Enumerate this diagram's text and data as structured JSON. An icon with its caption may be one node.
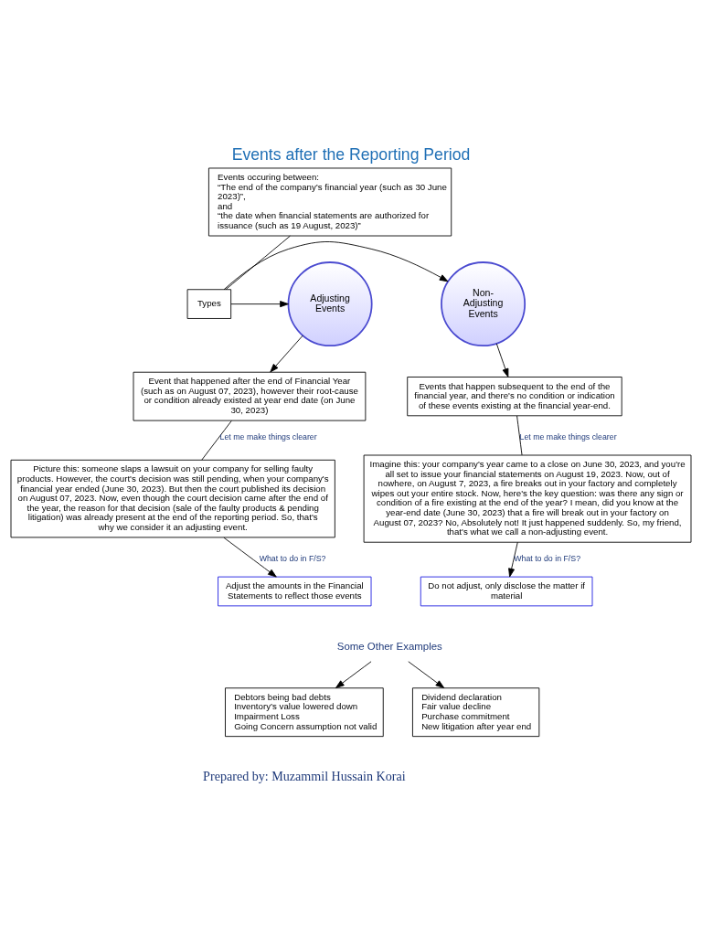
{
  "diagram": {
    "title": "Events after the Reporting Period",
    "nodes": [
      {
        "text": [
          "Events occuring between:",
          "“The end of the company’s financial year (such as 30 June 2023)”,",
          "and",
          "“the date when financial statements are authorized for issuance (such as 19 August, 2023)”"
        ]
      },
      {
        "text": [
          "Types"
        ]
      },
      {
        "text": [
          "Adjusting Events"
        ]
      },
      {
        "text": [
          "Non-Adjusting Events"
        ]
      },
      {
        "text": [
          "Event that happened after the end of Financial Year (such as on August 07, 2023), however their root-cause or condition already existed at year end date (on June 30, 2023)"
        ]
      },
      {
        "text": [
          "Events that happen subsequent to the end of the financial year, and there's no condition or indication of these events existing at the financial year-end."
        ]
      },
      {
        "text": [
          "Picture this: someone slaps a lawsuit on your company for selling faulty products. However, the court's decision was still pending, when your company's financial year ended (June 30, 2023). But then the court published its decision on August 07, 2023. Now, even though the court decision came after the end of the year, the reason for that decision (sale of the faulty products & pending litigation) was already present at the end of the reporting period. So, that's why we consider it an adjusting event."
        ]
      },
      {
        "text": [
          "Imagine this: your company's year came to a close on June 30, 2023, and you're all set to issue your financial statements on August 19, 2023. Now, out of nowhere, on August 7, 2023, a fire breaks out in your factory and completely wipes out your entire stock. Now, here's the key question: was there any sign or condition of a fire existing at the end of the year? I mean, did you know at the year-end date (June 30, 2023) that a fire will break out in your factory on August 07, 2023? No, Absolutely not! It just happened suddenly. So, my friend, that's what we call a non-adjusting event."
        ]
      },
      {
        "text": [
          "Adjust the amounts in the Financial Statements to reflect those events"
        ]
      },
      {
        "text": [
          "Do not adjust, only disclose the matter if material"
        ]
      },
      {
        "text": [
          "Some Other Examples"
        ]
      },
      {
        "text": [
          "Debtors being bad debts",
          "Inventory’s value lowered down",
          "Impairment Loss",
          "Going Concern assumption not valid"
        ]
      },
      {
        "text": [
          "Dividend declaration",
          "Fair value decline",
          "Purchase commitment",
          "New litigation after year end"
        ]
      }
    ],
    "edges": [
      {
        "from": 0,
        "to": 1,
        "arrow": "none"
      },
      {
        "from": 1,
        "to": 2,
        "arrow": "to"
      },
      {
        "from": 1,
        "to": 3,
        "arrow": "to"
      },
      {
        "from": 2,
        "to": 4,
        "arrow": "to"
      },
      {
        "from": 3,
        "to": 5,
        "arrow": "to"
      },
      {
        "from": 4,
        "to": 6,
        "arrow": "none",
        "label": "Let me make things clearer"
      },
      {
        "from": 5,
        "to": 7,
        "arrow": "none",
        "label": "Let me make things clearer"
      },
      {
        "from": 6,
        "to": 8,
        "arrow": "to",
        "label": "What to do in F/S?"
      },
      {
        "from": 7,
        "to": 9,
        "arrow": "to",
        "label": "What to do in F/S?"
      },
      {
        "from": 10,
        "to": 11,
        "arrow": "to"
      },
      {
        "from": 10,
        "to": 12,
        "arrow": "to"
      }
    ],
    "labels": [
      "Prepared by: Muzammil Hussain Korai"
    ]
  }
}
